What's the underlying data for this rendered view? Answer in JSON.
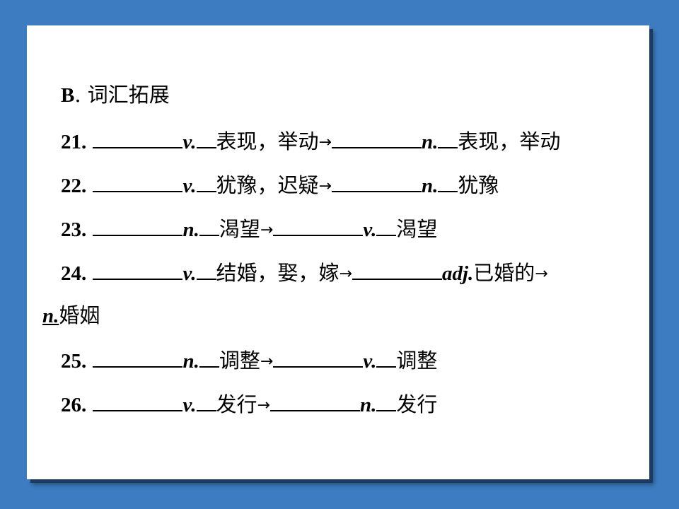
{
  "heading": {
    "letter": "B",
    "sep": ".",
    "title": "词汇拓展"
  },
  "arrow": "→",
  "items": [
    {
      "num": "21.",
      "pos1": "v.",
      "meaning1": "表现，举动",
      "pos2": "n.",
      "meaning2": "表现，举动"
    },
    {
      "num": "22.",
      "pos1": "v.",
      "meaning1": "犹豫，迟疑",
      "pos2": "n.",
      "meaning2": "犹豫"
    },
    {
      "num": "23.",
      "pos1": "n.",
      "meaning1": "渴望",
      "pos2": "v.",
      "meaning2": "渴望"
    },
    {
      "num": "24.",
      "pos1": "v.",
      "meaning1": "结婚，娶，嫁",
      "pos2": "adj.",
      "meaning2": "已婚的",
      "pos3": "n.",
      "meaning3": "婚姻"
    },
    {
      "num": "25.",
      "pos1": "n.",
      "meaning1": "调整",
      "pos2": "v.",
      "meaning2": "调整"
    },
    {
      "num": "26.",
      "pos1": "v.",
      "meaning1": "发行",
      "pos2": "n.",
      "meaning2": "发行"
    }
  ]
}
